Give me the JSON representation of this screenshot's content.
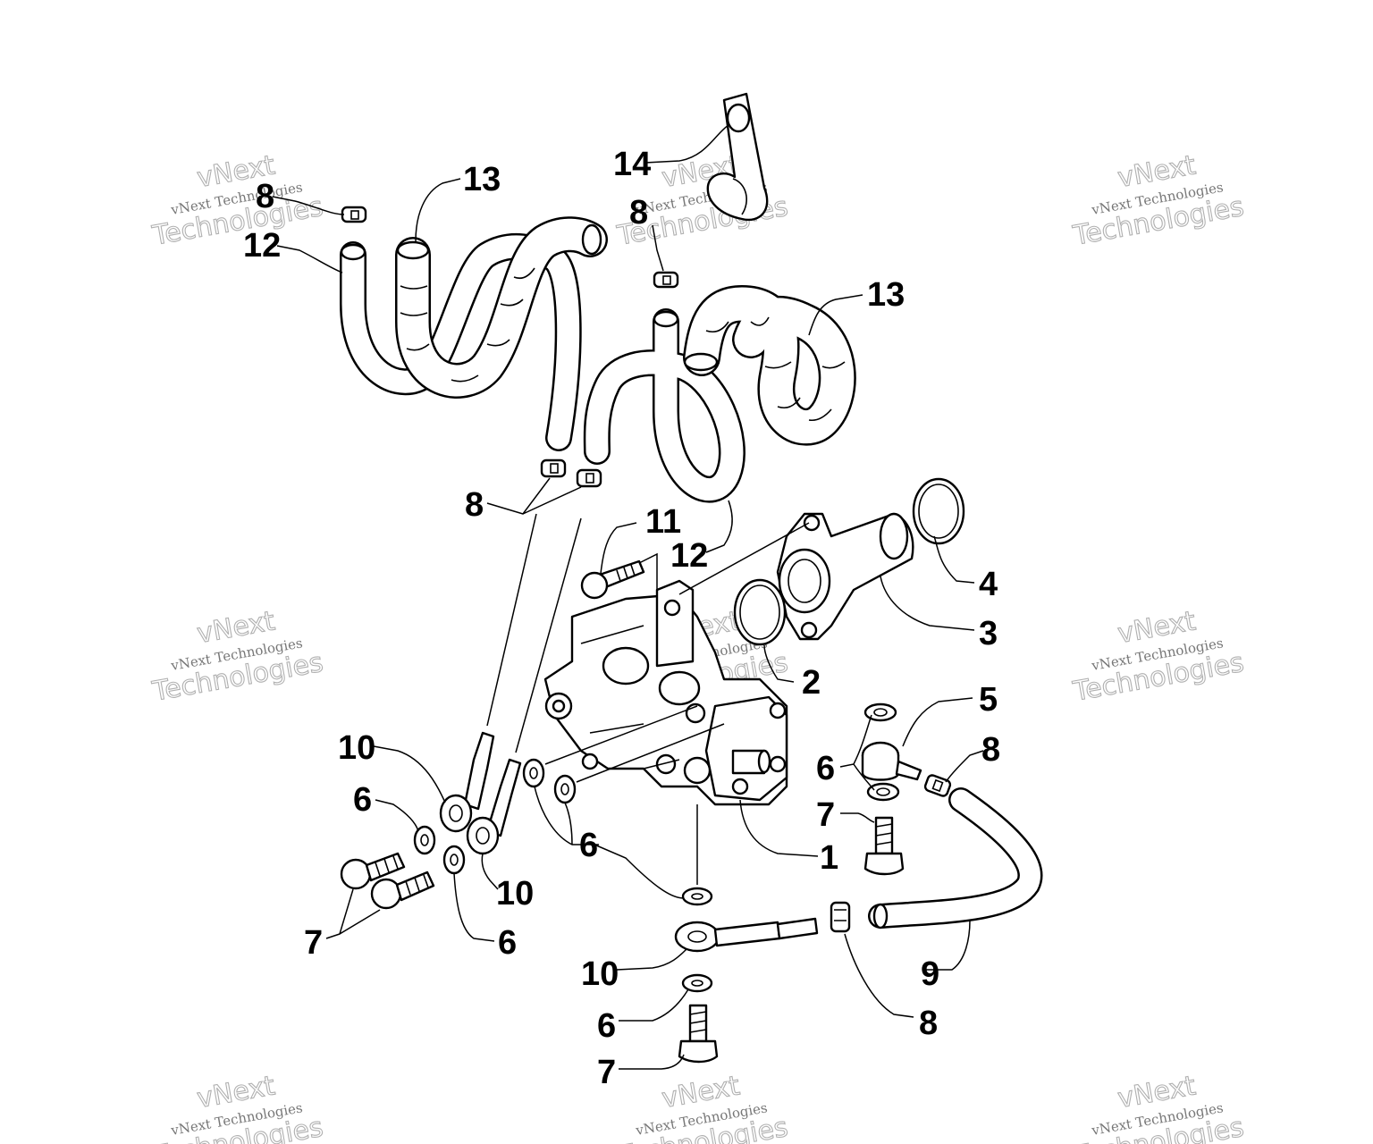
{
  "diagram": {
    "callouts": [
      {
        "id": "c14",
        "text": "14"
      },
      {
        "id": "c13a",
        "text": "13"
      },
      {
        "id": "c8a",
        "text": "8"
      },
      {
        "id": "c12a",
        "text": "12"
      },
      {
        "id": "c8b",
        "text": "8"
      },
      {
        "id": "c13b",
        "text": "13"
      },
      {
        "id": "c8c",
        "text": "8"
      },
      {
        "id": "c11",
        "text": "11"
      },
      {
        "id": "c12b",
        "text": "12"
      },
      {
        "id": "c4",
        "text": "4"
      },
      {
        "id": "c3",
        "text": "3"
      },
      {
        "id": "c2",
        "text": "2"
      },
      {
        "id": "c5",
        "text": "5"
      },
      {
        "id": "c8d",
        "text": "8"
      },
      {
        "id": "c6a",
        "text": "6"
      },
      {
        "id": "c10a",
        "text": "10"
      },
      {
        "id": "c6b",
        "text": "6"
      },
      {
        "id": "c7a",
        "text": "7"
      },
      {
        "id": "c6c",
        "text": "6"
      },
      {
        "id": "c1",
        "text": "1"
      },
      {
        "id": "c10b",
        "text": "10"
      },
      {
        "id": "c7b",
        "text": "7"
      },
      {
        "id": "c6d",
        "text": "6"
      },
      {
        "id": "c10c",
        "text": "10"
      },
      {
        "id": "c9",
        "text": "9"
      },
      {
        "id": "c6e",
        "text": "6"
      },
      {
        "id": "c8e",
        "text": "8"
      },
      {
        "id": "c7c",
        "text": "7"
      }
    ],
    "watermark": {
      "line1": "vNext Technologies",
      "line2": "vNext",
      "line3": "Technologies"
    }
  }
}
